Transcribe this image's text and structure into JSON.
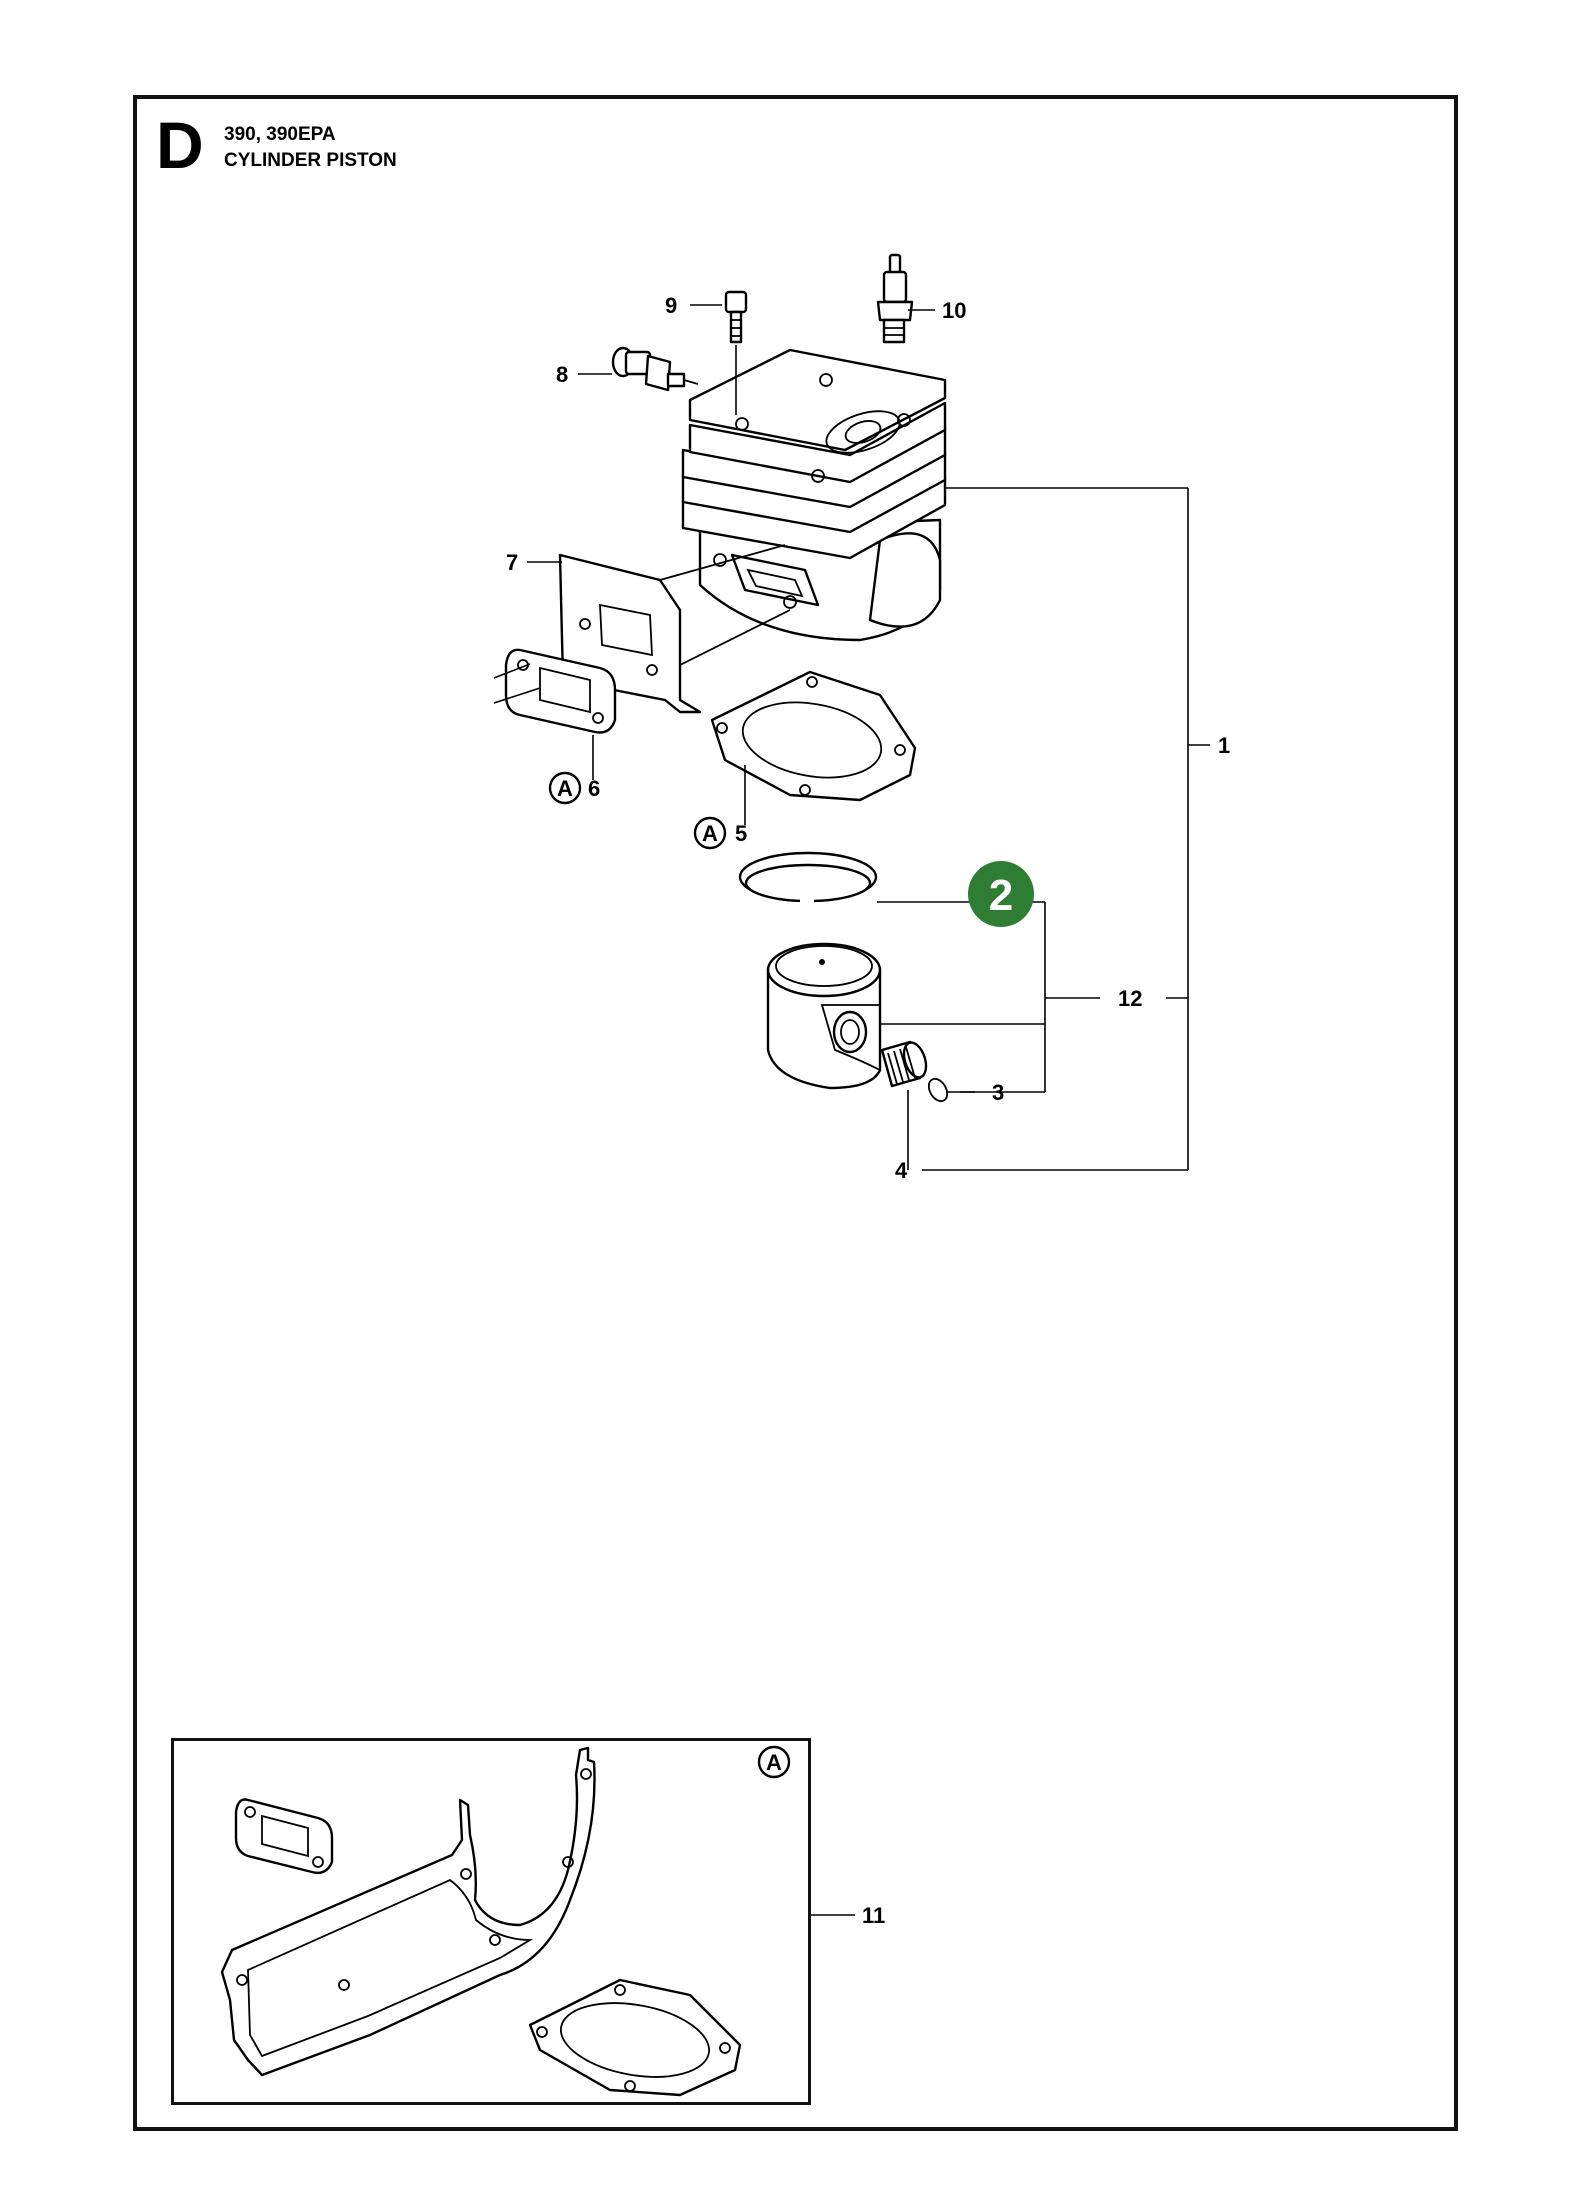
{
  "header": {
    "section_letter": "D",
    "model": "390, 390EPA",
    "title": "CYLINDER PISTON"
  },
  "callouts": [
    {
      "id": "1",
      "label": "1"
    },
    {
      "id": "2",
      "label": "2",
      "highlighted": true,
      "color": "#2e7d32"
    },
    {
      "id": "3",
      "label": "3"
    },
    {
      "id": "4",
      "label": "4"
    },
    {
      "id": "5",
      "label": "5",
      "kit_marker": "A"
    },
    {
      "id": "6",
      "label": "6",
      "kit_marker": "A"
    },
    {
      "id": "7",
      "label": "7"
    },
    {
      "id": "8",
      "label": "8"
    },
    {
      "id": "9",
      "label": "9"
    },
    {
      "id": "10",
      "label": "10"
    },
    {
      "id": "11",
      "label": "11"
    },
    {
      "id": "12",
      "label": "12"
    }
  ],
  "kit_box": {
    "marker": "A",
    "callout": "11"
  },
  "colors": {
    "line": "#000000",
    "highlight": "#2e7d32",
    "highlight_text": "#ffffff"
  }
}
